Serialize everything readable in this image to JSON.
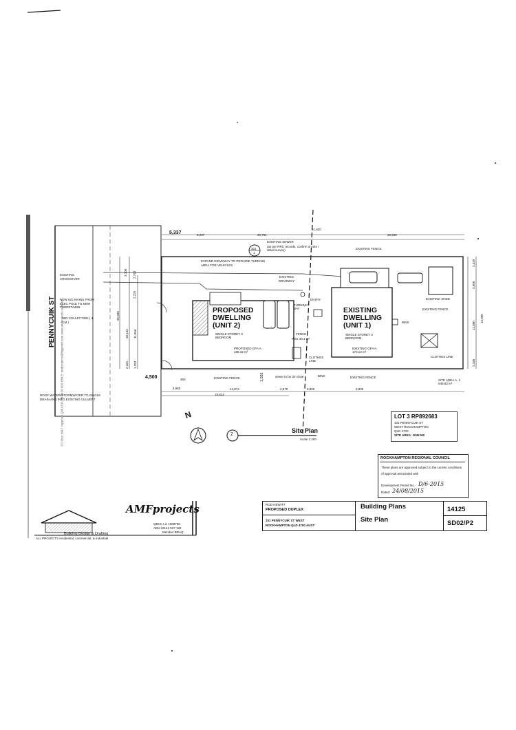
{
  "plan": {
    "street_name": "PENNYCUIK ST",
    "dims": {
      "top_left": "5,337",
      "top_a": "3,257",
      "top_b": "20,701",
      "top_c": "51,830",
      "top_d": "22,539",
      "left_frontage": "4,500",
      "unit2_offset": "1,581",
      "bottom_a": "4,950",
      "bottom_b": "450",
      "bottom_c": "14,874",
      "bottom_d": "2,670",
      "bottom_e": "6,900",
      "bottom_f": "9,600",
      "bottom_g": "19,824",
      "left_v1": "3,100",
      "left_v2": "2,743",
      "left_v3": "2,225",
      "left_v4": "25,680",
      "left_v5": "10,142",
      "left_v6": "11,056",
      "left_v7": "2,161",
      "left_v8": "1,753",
      "right_v1": "2,330",
      "right_v2": "3,900",
      "right_v3": "13,900",
      "right_v4": "12,800",
      "right_v5": "2,186"
    },
    "labels": {
      "existing_sewer": "EXISTING SEWER",
      "sewer_note": "(as per RRC records, confirm on site / detail survey)",
      "existing_fence_top": "EXISTING FENCE",
      "expand_driveway": "EXPAND DRIVEWAY TO PROVIDE TURNING AREA FOR VEHICLES",
      "existing_crossover": "EXISTING CROSSOVER",
      "existing_driveway": "EXISTING DRIVEWAY",
      "new_ug_mains": "NEW U/G MAINS FROM ELEC POLE TO NEW TURRET/MSB",
      "bin_collection": "BIN COLLECTION ( 4 LM )",
      "unit2_title": "PROPOSED DWELLING (UNIT 2)",
      "unit2_storey": "SINGLE STOREY 3 BEDROOM",
      "unit2_gfa": "PROPOSED GFA A. 168.32 m²",
      "turning_bay": "TURNING BAY",
      "entry": "ENTRY",
      "fence": "FENCE",
      "pos": "POS 33.4 m²",
      "clothes_line_mid": "CLOTHES LINE",
      "unit1_title": "EXISTING DWELLING (UNIT 1)",
      "unit1_storey": "SINGLE STOREY 3 BEDROOM",
      "unit1_gfa": "EXISTING GFA A. 170.14 m²",
      "bins_right": "BINS",
      "existing_shed": "EXISTING SHED",
      "existing_fence_right": "EXISTING FENCE",
      "clothes_line_right": "CLOTHES LINE",
      "site_area_small": "SITE AREA A. 1 045.93 m²",
      "existing_fence_left": "EXISTING FENCE",
      "sewer_to_be": "sewer to be 3m clear",
      "bins_bottom": "BINS",
      "existing_fence_bottom": "EXISTING FENCE",
      "roof_water": "ROOF WATER/STORMWATER TO SINGLE DRAIN AND INTO EXISTING CULVERT",
      "north": "N",
      "callout_a": "301",
      "callout_b": "1"
    }
  },
  "site_plan_title": {
    "number": "2",
    "title": "Site Plan",
    "scale": "Scale 1:200"
  },
  "lot_box": {
    "lot": "LOT 3 RP892683",
    "line1": "101 PENNYCUIK ST",
    "line2": "WEST ROCKHAMPTON",
    "line3": "QLD 4700",
    "line4": "SITE AREA: 1045 M2"
  },
  "council_stamp": {
    "heading": "ROCKHAMPTON REGIONAL COUNCIL",
    "body": "These plans are approved subject to the current conditions of approval associated with",
    "permit_label": "Development Permit No.",
    "permit_value": "D/6-2015",
    "dated_label": "Dated:",
    "dated_value": "24/08/2015"
  },
  "company": {
    "logo": "AMFprojects",
    "tagline": "Building Design & Drafting",
    "scope": "ALL PROJECTS  residential, commercial, & industrial",
    "qbcc": "QBCC Lic 1068758",
    "abn": "ABN 22143 537 192",
    "member": "Member BDAQ"
  },
  "title_block": {
    "client": "ROD HEWITT",
    "project": "PROPOSED DUPLEX",
    "address1": "101 PENNYCUIK ST WEST",
    "address2": "ROCKHAMPTON QLD 4700 AUST",
    "drawing1": "Building Plans",
    "drawing2": "Site Plan",
    "job_no": "14125",
    "sheet_no": "SD02/P2"
  },
  "side_note": "PO Box 1047 Yeppoon Qld 4703 Ph 0439 603 830 E: amfprojects@bigpond.com  www.amfprojects.com.au"
}
